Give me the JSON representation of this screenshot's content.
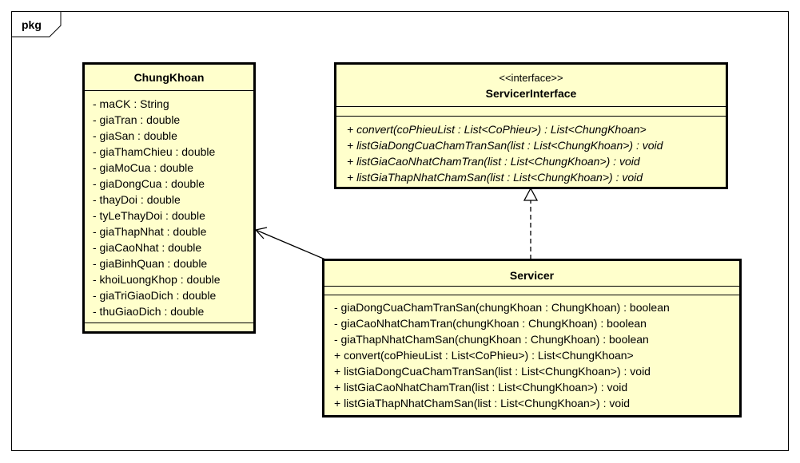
{
  "package": {
    "label": "pkg"
  },
  "chungkhoan": {
    "name": "ChungKhoan",
    "attributes": [
      "- maCK : String",
      "- giaTran : double",
      "- giaSan : double",
      "- giaThamChieu : double",
      "- giaMoCua : double",
      "- giaDongCua : double",
      "- thayDoi : double",
      "- tyLeThayDoi : double",
      "- giaThapNhat : double",
      "- giaCaoNhat : double",
      "- giaBinhQuan : double",
      "- khoiLuongKhop : double",
      "- giaTriGiaoDich : double",
      "- thuGiaoDich : double"
    ]
  },
  "servicer_interface": {
    "stereotype": "<<interface>>",
    "name": "ServicerInterface",
    "operations": [
      "+ convert(coPhieuList : List<CoPhieu>) : List<ChungKhoan>",
      "+ listGiaDongCuaChamTranSan(list : List<ChungKhoan>) : void",
      "+ listGiaCaoNhatChamTran(list : List<ChungKhoan>) : void",
      "+ listGiaThapNhatChamSan(list : List<ChungKhoan>) : void"
    ]
  },
  "servicer": {
    "name": "Servicer",
    "operations": [
      "- giaDongCuaChamTranSan(chungKhoan : ChungKhoan) : boolean",
      "- giaCaoNhatChamTran(chungKhoan : ChungKhoan) : boolean",
      "- giaThapNhatChamSan(chungKhoan : ChungKhoan) : boolean",
      "+ convert(coPhieuList : List<CoPhieu>) : List<ChungKhoan>",
      "+ listGiaDongCuaChamTranSan(list : List<ChungKhoan>) : void",
      "+ listGiaCaoNhatChamTran(list : List<ChungKhoan>) : void",
      "+ listGiaThapNhatChamSan(list : List<ChungKhoan>) : void"
    ]
  }
}
